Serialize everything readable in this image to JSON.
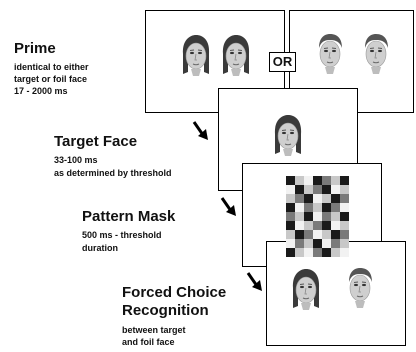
{
  "stages": [
    {
      "title": "Prime",
      "lines": [
        "identical to either",
        "target or foil face",
        "17 - 2000 ms"
      ]
    },
    {
      "title": "Target Face",
      "lines": [
        "33-100 ms",
        "as determined by threshold"
      ]
    },
    {
      "title": "Pattern Mask",
      "lines": [
        "500 ms - threshold",
        "duration"
      ]
    },
    {
      "title": "Forced Choice",
      "title2": "Recognition",
      "lines": [
        "between target",
        "and foil face"
      ]
    }
  ],
  "or_label": "OR",
  "mask_pattern": [
    "kgwkdgk",
    "wkgdkwg",
    "gdkwgkd",
    "kwdgkdw",
    "dgkwdgk",
    "kwgdkwg",
    "gkdwgkd",
    "wdgkwdg",
    "kgwdkgw"
  ],
  "colors": {
    "dark": "#1a1a1a",
    "mid": "#7a7a7a",
    "light": "#c8c8c8",
    "white": "#f2f2f2"
  }
}
